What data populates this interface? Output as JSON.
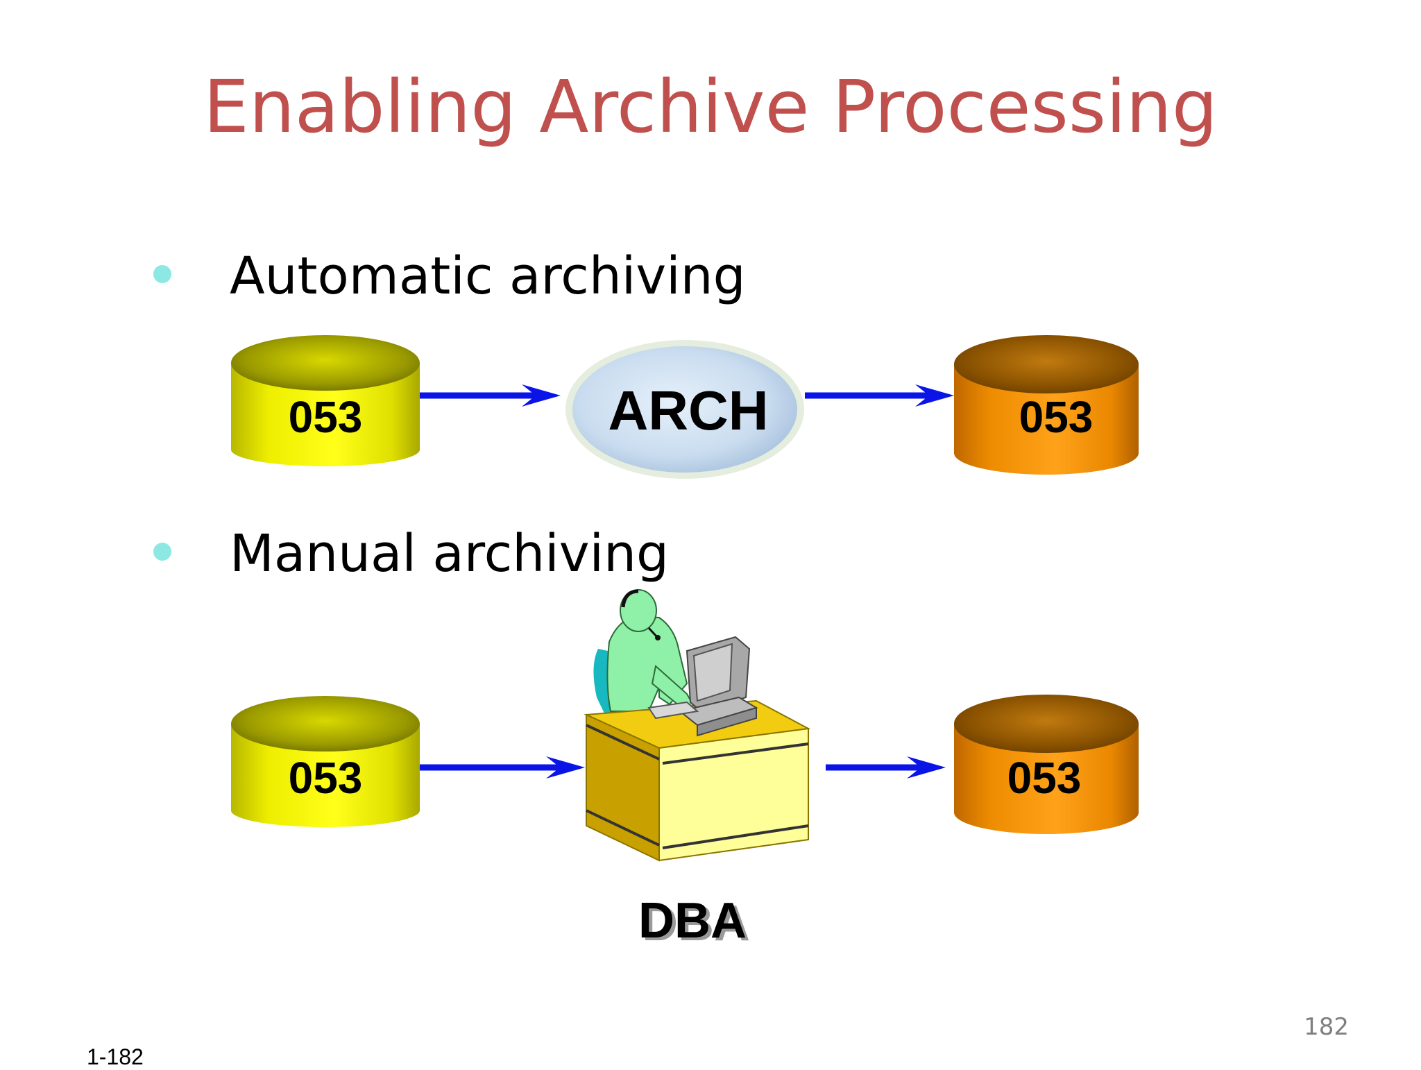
{
  "slide": {
    "title": "Enabling Archive Processing",
    "page_number": "182",
    "slide_ref": "1-182"
  },
  "bullets": [
    {
      "text": "Automatic archiving"
    },
    {
      "text": "Manual archiving"
    }
  ],
  "automatic": {
    "source_label": "053",
    "process_label": "ARCH",
    "target_label": "053"
  },
  "manual": {
    "source_label": "053",
    "actor_label": "DBA",
    "target_label": "053"
  },
  "colors": {
    "title": "#c0504d",
    "bullet": "#8de8e4",
    "arrow": "#0a14e6",
    "online_log": "#e6e600",
    "archived_log": "#f08c00",
    "process": "#c9dcef"
  }
}
